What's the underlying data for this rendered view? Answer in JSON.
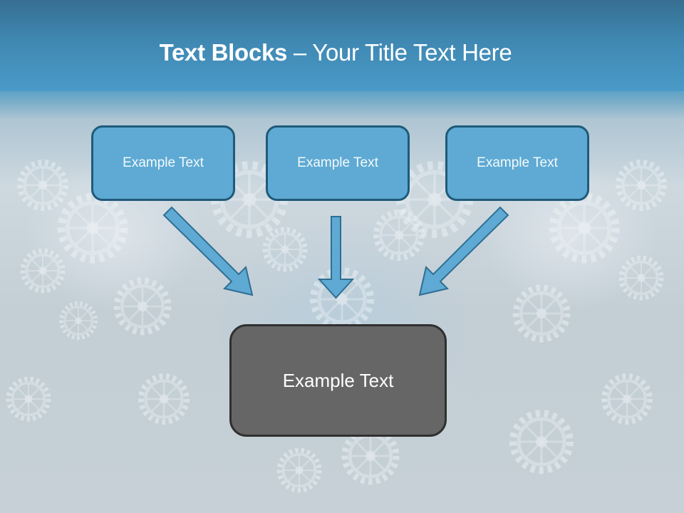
{
  "slide": {
    "title_bold": "Text Blocks",
    "title_dash": " – ",
    "title_rest": "Your Title Text Here"
  },
  "diagram": {
    "top_boxes": [
      {
        "label": "Example Text"
      },
      {
        "label": "Example Text"
      },
      {
        "label": "Example Text"
      }
    ],
    "center_box": {
      "label": "Example Text"
    },
    "arrows": [
      {
        "from": "top_boxes.0",
        "to": "center_box",
        "direction": "down-right"
      },
      {
        "from": "top_boxes.1",
        "to": "center_box",
        "direction": "down"
      },
      {
        "from": "top_boxes.2",
        "to": "center_box",
        "direction": "down-left"
      }
    ]
  },
  "colors": {
    "header": "#3f88b2",
    "top_box_fill": "#5eaad4",
    "top_box_border": "#1f5a7a",
    "center_box_fill": "#666666",
    "center_box_border": "#303030",
    "arrow_fill": "#5eaad4",
    "arrow_stroke": "#2f6e92"
  }
}
